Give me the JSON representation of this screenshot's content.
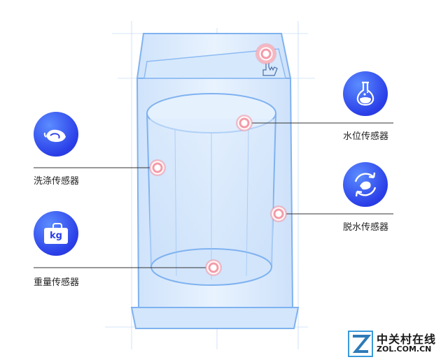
{
  "sensors": {
    "washing": {
      "label": "洗涤传感器",
      "icon": "laundry-clothes-icon"
    },
    "weight": {
      "label": "重量传感器",
      "icon": "kg-weight-icon",
      "icon_text": "kg"
    },
    "water_level": {
      "label": "水位传感器",
      "icon": "flask-water-icon"
    },
    "spin": {
      "label": "脱水传感器",
      "icon": "spin-cycle-icon"
    }
  },
  "watermark": {
    "brand_cn": "中关村在线",
    "brand_en": "ZOL.COM.CN"
  },
  "colors": {
    "icon_blue": "#2a3ee8",
    "sketch_blue": "#7fb2f0",
    "marker_pink": "#f39aa8"
  }
}
